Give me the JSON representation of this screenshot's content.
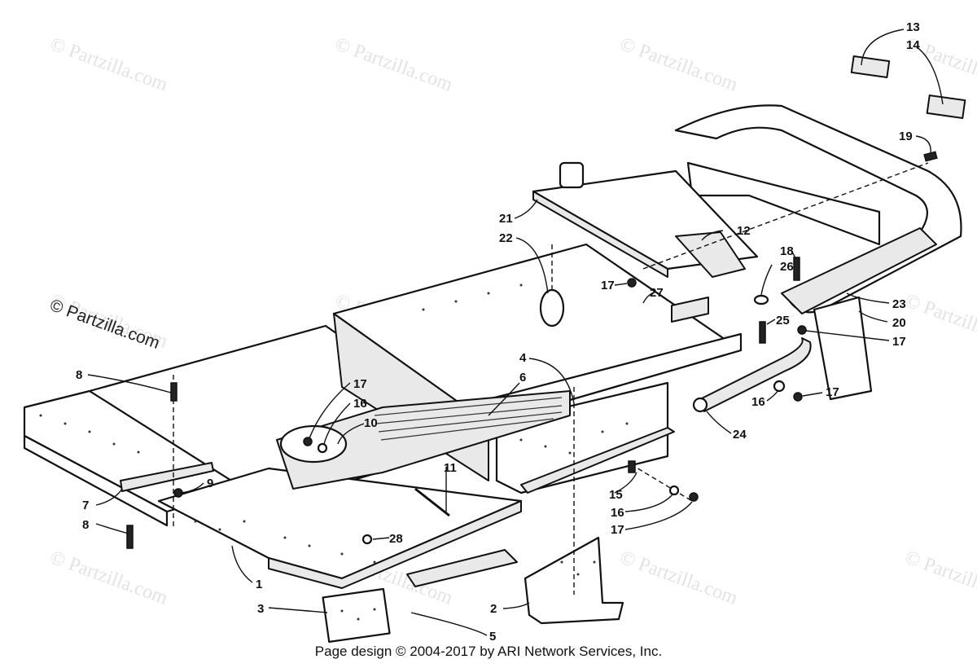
{
  "watermarks": [
    "© Partzilla.com",
    "© Partzilla.com",
    "© Partzilla.com",
    "© Partzilla.com",
    "© Partzilla.com",
    "© Partzilla.com",
    "© Partzilla.com",
    "© Partzilla.com",
    "© Partzilla.com",
    "© Partzilla.com",
    "© Partzilla.com",
    "© Partzilla.com"
  ],
  "watermark_dark": "© Partzilla.com",
  "callouts": [
    "1",
    "2",
    "3",
    "4",
    "5",
    "6",
    "7",
    "8",
    "8",
    "9",
    "10",
    "11",
    "12",
    "13",
    "14",
    "15",
    "16",
    "16",
    "16",
    "17",
    "17",
    "17",
    "17",
    "17",
    "18",
    "19",
    "20",
    "21",
    "22",
    "23",
    "24",
    "25",
    "26",
    "27",
    "28"
  ],
  "footer": "Page design © 2004-2017 by ARI Network Services, Inc."
}
